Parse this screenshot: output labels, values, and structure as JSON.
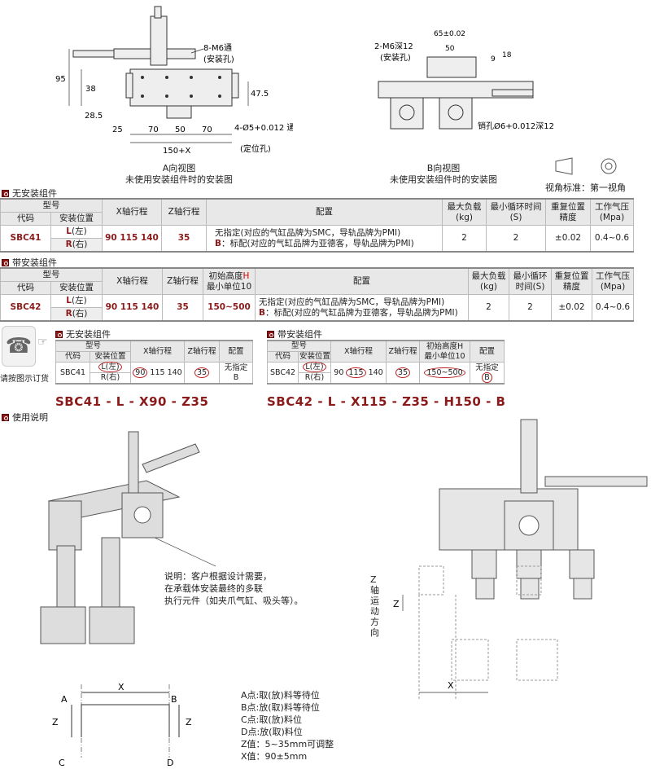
{
  "drawing_a": {
    "callouts": [
      "8-M6通",
      "(安装孔)",
      "4-Ø5+0.012 通",
      "(定位孔)"
    ],
    "dims": [
      "95",
      "38",
      "28.5",
      "47.5",
      "25",
      "70",
      "50",
      "70",
      "150+X"
    ],
    "caption1": "A向视图",
    "caption2": "未使用安装组件时的安装图"
  },
  "drawing_b": {
    "callouts": [
      "2-M6深12",
      "(安装孔)",
      "销孔Ø6+0.012深12"
    ],
    "dims": [
      "65±0.02",
      "50",
      "9",
      "18"
    ],
    "caption1": "B向视图",
    "caption2": "未使用安装组件时的安装图"
  },
  "view_standard": "视角标准：第一视角",
  "section1": {
    "title": "无安装组件",
    "headers": {
      "model": "型号",
      "code": "代码",
      "mount": "安装位置",
      "x": "X轴行程",
      "z": "Z轴行程",
      "config": "配置",
      "load": "最大负载",
      "load_u": "(kg)",
      "cycle": "最小循环时间",
      "cycle_u": "(S)",
      "rep": "重复位置",
      "rep2": "精度",
      "pres": "工作气压",
      "pres_u": "(Mpa)"
    },
    "row": {
      "code": "SBC41",
      "L": "L",
      "L2": "(左)",
      "R": "R",
      "R2": "(右)",
      "x": "90  115  140",
      "z": "35",
      "cfg1": "无指定(对应的气缸品牌为SMC，导轨品牌为PMI)",
      "cfgB": "B",
      "cfg2": "：标配(对应的气缸品牌为亚德客，导轨品牌为PMI)",
      "load": "2",
      "cycle": "2",
      "rep": "±0.02",
      "pres": "0.4~0.6"
    }
  },
  "section2": {
    "title": "带安装组件",
    "headers": {
      "model": "型号",
      "code": "代码",
      "mount": "安装位置",
      "x": "X轴行程",
      "z": "Z轴行程",
      "h1": "初始高度",
      "hH": "H",
      "h2": "最小单位10",
      "config": "配置",
      "load": "最大负载",
      "load_u": "(kg)",
      "cycle": "最小循环",
      "cycle_u": "时间(S)",
      "rep": "重复位置",
      "rep2": "精度",
      "pres": "工作气压",
      "pres_u": "(Mpa)"
    },
    "row": {
      "code": "SBC42",
      "L": "L",
      "L2": "(左)",
      "R": "R",
      "R2": "(右)",
      "x": "90  115  140",
      "z": "35",
      "h": "150~500",
      "cfg1": "无指定(对应的气缸品牌为SMC，导轨品牌为PMI)",
      "cfgB": "B",
      "cfg2": "：标配(对应的气缸品牌为亚德客，导轨品牌为PMI)",
      "load": "2",
      "cycle": "2",
      "rep": "±0.02",
      "pres": "0.4~0.6"
    }
  },
  "order": {
    "phone_label": "请按图示订货",
    "left": {
      "title": "无安装组件",
      "model": "型号",
      "code_h": "代码",
      "mount_h": "安装位置",
      "x_h": "X轴行程",
      "z_h": "Z轴行程",
      "cfg_h": "配置",
      "code": "SBC41",
      "L": "L(左)",
      "R": "R(右)",
      "x1": "90",
      "x2": "115",
      "x3": "140",
      "z": "35",
      "cfg1": "无指定",
      "cfg2": "B",
      "result": "SBC41 - L - X90 - Z35"
    },
    "right": {
      "title": "带安装组件",
      "model": "型号",
      "code_h": "代码",
      "mount_h": "安装位置",
      "x_h": "X轴行程",
      "z_h": "Z轴行程",
      "h_h1": "初始高度H",
      "h_h2": "最小单位10",
      "cfg_h": "配置",
      "code": "SBC42",
      "L": "L(左)",
      "R": "R(右)",
      "x1": "90",
      "x2": "115",
      "x3": "140",
      "z": "35",
      "h": "150~500",
      "cfg1": "无指定",
      "cfg2": "B",
      "result": "SBC42 - L - X115 - Z35 - H150 - B"
    }
  },
  "usage": {
    "title": "使用说明",
    "note": [
      "说明：客户根据设计需要，",
      "在承载体安装最终的多联",
      "执行元件（如夹爪气缸、吸头等）。"
    ],
    "z_axis_label": "Z轴运动方向",
    "dim_z": "Z",
    "dim_x": "X",
    "motion": {
      "A": "A",
      "B": "B",
      "C": "C",
      "D": "D",
      "X": "X",
      "Z": "Z"
    },
    "legend": [
      "A点:取(放)料等待位",
      "B点:放(取)料等待位",
      "C点:取(放)料位",
      "D点:放(取)料位",
      "Z值：5~35mm可调整",
      "X值：90±5mm"
    ]
  }
}
